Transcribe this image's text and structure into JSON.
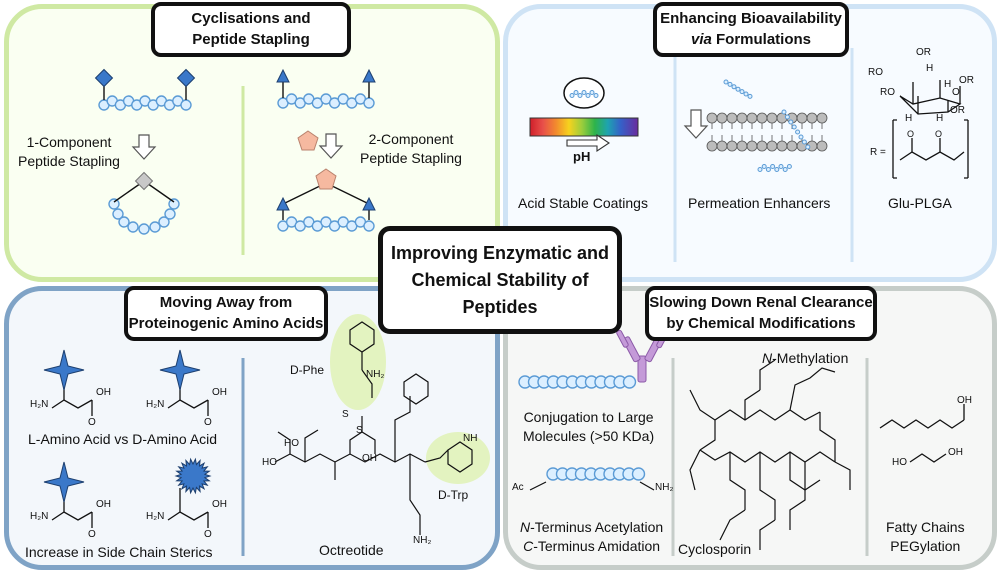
{
  "center": {
    "line1": "Improving Enzymatic and",
    "line2": "Chemical Stability of",
    "line3": "Peptides"
  },
  "panels": {
    "cyclisation": {
      "title1": "Cyclisations and",
      "title2": "Peptide Stapling",
      "one_component_1": "1-Component",
      "one_component_2": "Peptide Stapling",
      "two_component_1": "2-Component",
      "two_component_2": "Peptide Stapling"
    },
    "bioavailability": {
      "title1": "Enhancing Bioavailability",
      "title2_italic": "via",
      "title2_rest": " Formulations",
      "ph_label": "pH",
      "acid_label": "Acid Stable Coatings",
      "permeation_label": "Permeation Enhancers",
      "glu_plga_label": "Glu-PLGA",
      "sugar_groups": [
        "OR",
        "OR",
        "RO",
        "RO",
        "OR",
        "H",
        "H",
        "H",
        "H",
        "O"
      ],
      "polymer_r": "R =",
      "polymer_o": "O"
    },
    "proteinogenic": {
      "title1": "Moving Away from",
      "title2": "Proteinogenic Amino Acids",
      "l_vs_d": "L-Amino Acid vs D-Amino Acid",
      "sterics": "Increase in Side Chain Sterics",
      "amino_labels": [
        "H₂N",
        "OH",
        "O"
      ],
      "dphe": "D-Phe",
      "dtrp": "D-Trp",
      "octreotide": "Octreotide",
      "octreotide_groups": [
        "HO",
        "HO",
        "OH",
        "S",
        "S",
        "NH₂",
        "NH",
        "NH₂"
      ]
    },
    "renal": {
      "title1": "Slowing Down Renal Clearance",
      "title2": "by Chemical Modifications",
      "conj1": "Conjugation to Large",
      "conj2": "Molecules (>50 KDa)",
      "ac": "Ac",
      "nh2": "NH₂",
      "nterm_italic": "N",
      "nterm_rest": "-Terminus Acetylation",
      "cterm_italic": "C",
      "cterm_rest": "-Terminus Amidation",
      "nmeth_italic": "N",
      "nmeth_rest": "-Methylation",
      "cyclosporin": "Cyclosporin",
      "fatty1": "Fatty Chains",
      "fatty2": "PEGylation",
      "oh": "OH",
      "ho": "HO"
    }
  },
  "colors": {
    "green_border": "#cfe9a3",
    "lightblue_border": "#cfe3f5",
    "steelblue_border": "#7fa3c6",
    "grey_border": "#c6cdc9",
    "bead_fill": "#dcefff",
    "bead_stroke": "#5b9bd5",
    "blue_mark": "#3a78c9",
    "pentagon": "#f6b9a0",
    "highlight": "#e3f3c0",
    "antibody": "#c49ad8"
  }
}
